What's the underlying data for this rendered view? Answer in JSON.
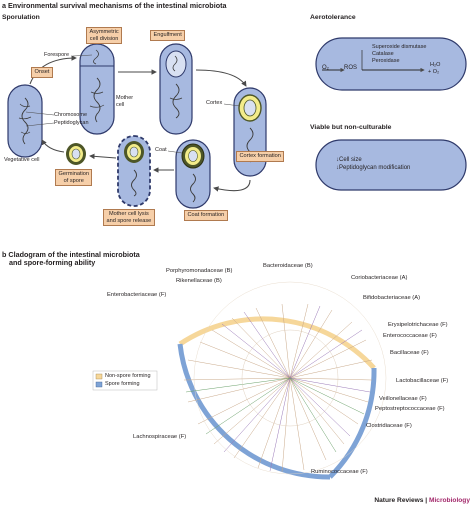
{
  "panel_a": {
    "header_letter": "a",
    "header_title": "Environmental survival mechanisms of the intestinal microbiota",
    "sporulation_title": "Sporulation",
    "aerotolerance_title": "Aerotolerance",
    "vbnc_title": "Viable but non-culturable",
    "tags": {
      "asym": "Asymmetric\ncell division",
      "onset": "Onset",
      "engulfment": "Engulfment",
      "cortex_formation": "Cortex formation",
      "coat_formation": "Coat formation",
      "lysis": "Mother cell lysis\nand spore release",
      "germination": "Germination\nof spore"
    },
    "labels": {
      "forespore": "Forespore",
      "mother_cell": "Mother\ncell",
      "chromosome": "Chromosome",
      "peptidoglycan": "Peptidoglycan",
      "vegetative": "Vegetative cell",
      "cortex": "Cortex",
      "coat": "Coat"
    },
    "aero": {
      "o2": "O₂",
      "ros": "ROS",
      "enzymes": [
        "Superoxide dismutase",
        "Catalase",
        "Peroxidase"
      ],
      "products_1": "H₂O",
      "products_2": "+ O₂"
    },
    "vbnc": {
      "line1": "↓Cell size",
      "line2": "↓Peptidoglycan modification"
    },
    "colors": {
      "cell_fill": "#a7b9e0",
      "cell_stroke": "#2f3a6b",
      "tag_fill": "#f6cfa9",
      "spore_yellow": "#f3ec8a",
      "spore_dark": "#4d5627",
      "arrow": "#4a4a4a"
    }
  },
  "panel_b": {
    "header_letter": "b",
    "header_title_1": "Cladogram of the intestinal microbiota",
    "header_title_2": "and spore-forming ability",
    "legend": [
      {
        "label": "Non-spore forming",
        "color": "#f6d79a"
      },
      {
        "label": "Spore forming",
        "color": "#7ea3d6"
      }
    ],
    "families": [
      "Bacteroidaceae (B)",
      "Porphyromonadaceae (B)",
      "Rikenellaceae (B)",
      "Coriobacteriaceae (A)",
      "Enterobacteriaceae (F)",
      "Bifidobacteriaceae (A)",
      "Erysipelotrichaceae (F)",
      "Enterococcaceae (F)",
      "Bacillaceae (F)",
      "Lactobacillaceae (F)",
      "Veillonellaceae (F)",
      "Peptostreptococcaceae (F)",
      "Clostridiaceae (F)",
      "Lachnospiraceae (F)",
      "Ruminococcaceae (F)"
    ]
  },
  "footer": {
    "journal_1": "Nature Reviews",
    "separator": " | ",
    "journal_2": "Microbiology"
  }
}
